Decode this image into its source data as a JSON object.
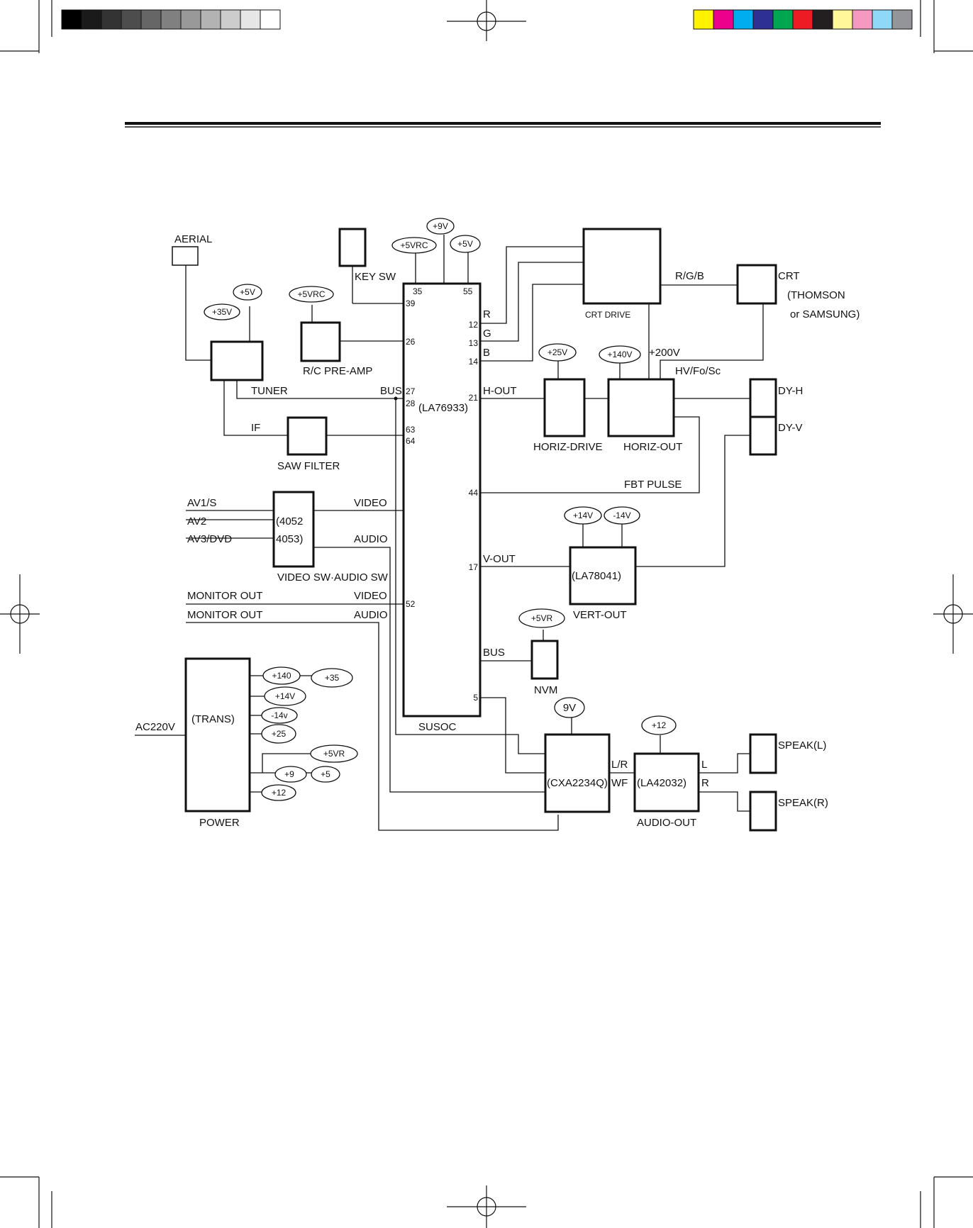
{
  "color_bar": {
    "gray": [
      "#000000",
      "#1a1a1a",
      "#333333",
      "#4d4d4d",
      "#666666",
      "#808080",
      "#999999",
      "#b3b3b3",
      "#cccccc",
      "#e6e6e6",
      "#ffffff"
    ],
    "process": [
      "#fff200",
      "#ec008c",
      "#00aeef",
      "#2e3192",
      "#00a651",
      "#ed1c24",
      "#231f20",
      "#fff799",
      "#f49ac1",
      "#8fd8f8",
      "#939598"
    ]
  },
  "labels": {
    "aerial": "AERIAL",
    "key_sw": "KEY SW",
    "tuner": "TUNER",
    "bus_left": "BUS",
    "if": "IF",
    "saw_filter": "SAW FILTER",
    "rc_preamp": "R/C PRE-AMP",
    "av1": "AV1/S",
    "av2": "AV2",
    "av3": "AV3/DVD",
    "sw_4052": "(4052",
    "sw_4053": "4053)",
    "video_1": "VIDEO",
    "audio_1": "AUDIO",
    "video_sw": "VIDEO SW·AUDIO SW",
    "monitor_video": "MONITOR OUT",
    "monitor_audio": "MONITOR OUT",
    "video_2": "VIDEO",
    "audio_2": "AUDIO",
    "soc_chip": "(LA76933)",
    "susoc": "SUSOC",
    "r": "R",
    "g": "G",
    "b": "B",
    "h_out": "H-OUT",
    "v_out": "V-OUT",
    "bus_right": "BUS",
    "crt_drive": "CRT DRIVE",
    "rgb": "R/G/B",
    "crt": "CRT",
    "thomson": "(THOMSON",
    "samsung": "or SAMSUNG)",
    "v200": "+200V",
    "hvfosc": "HV/Fo/Sc",
    "horiz_drive": "HORIZ-DRIVE",
    "horiz_out": "HORIZ-OUT",
    "dyh": "DY-H",
    "dyv": "DY-V",
    "fbt": "FBT PULSE",
    "la78041": "(LA78041)",
    "vert_out": "VERT-OUT",
    "nvm": "NVM",
    "cxa": "(CXA2234Q)",
    "lr": "L/R",
    "wf": "WF",
    "la42032": "(LA42032)",
    "audio_out": "AUDIO-OUT",
    "l": "L",
    "rr": "R",
    "speak_l": "SPEAK(L)",
    "speak_r": "SPEAK(R)",
    "ac220": "AC220V",
    "trans": "(TRANS)",
    "power": "POWER"
  },
  "pins": {
    "p35": "35",
    "p55": "55",
    "p39": "39",
    "p26": "26",
    "p12": "12",
    "p13": "13",
    "p14": "14",
    "p27": "27",
    "p28": "28",
    "p21": "21",
    "p63": "63",
    "p64": "64",
    "p44": "44",
    "p17": "17",
    "p52": "52",
    "p5": "5"
  },
  "supplies": {
    "v9": "+9V",
    "v5vrc_top": "+5VRC",
    "v5_top": "+5V",
    "v5_tuner": "+5V",
    "v35_tuner": "+35V",
    "v5vrc_rc": "+5VRC",
    "v25": "+25V",
    "v140": "+140V",
    "v14": "+14V",
    "vm14": "-14V",
    "v5vr_nvm": "+5VR",
    "v9_cxa": "9V",
    "v12_audio": "+12",
    "p140": "+140",
    "p35": "+35",
    "p14": "+14V",
    "pm14": "-14v",
    "p25": "+25",
    "p5vr": "+5VR",
    "p9": "+9",
    "p5": "+5",
    "p12": "+12"
  }
}
